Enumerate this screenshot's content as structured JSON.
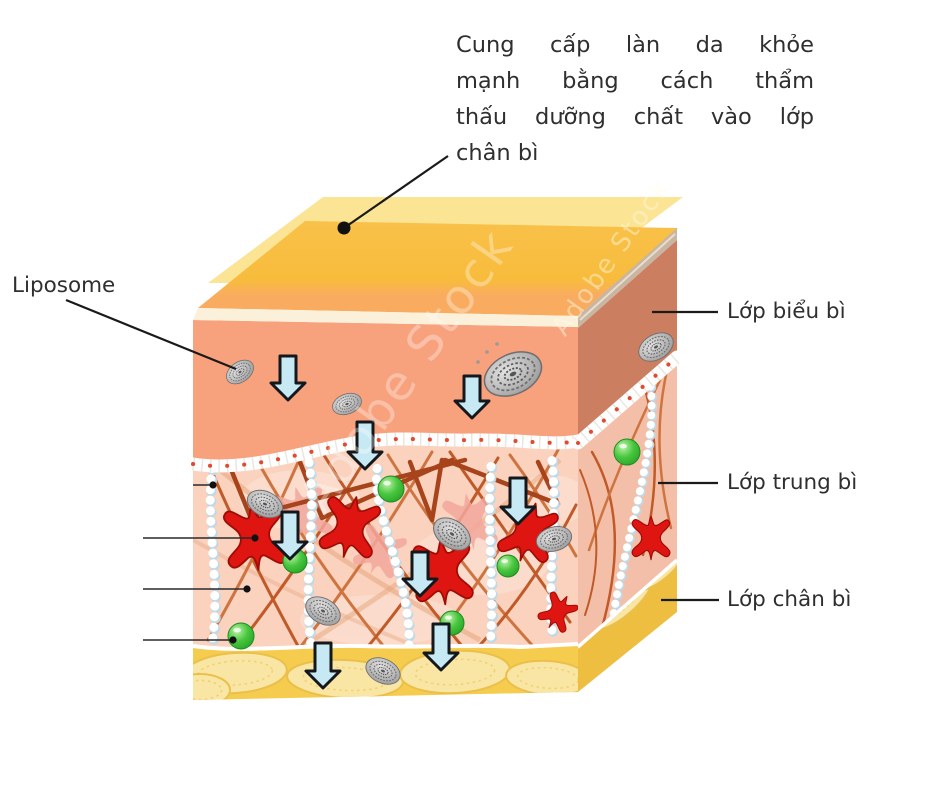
{
  "annotation": {
    "lines": [
      "Cung cấp làn da khỏe",
      "mạnh bằng cách thẩm",
      "thấu dưỡng chất vào lớp",
      "chân bì"
    ]
  },
  "labels": {
    "liposome": "Liposome",
    "epidermis": "Lớp biểu bì",
    "dermis": "Lớp trung bì",
    "hypodermis": "Lớp chân bì"
  },
  "watermark": {
    "text": "Adobe Stock"
  },
  "colors": {
    "text": "#2F2F2F",
    "sheet": "#FBE38D",
    "top_face": "#F8BC3C",
    "top_front": "#F9AC60",
    "cream": "#FBF0DA",
    "epidermis": "#F8A17D",
    "epidermis_side": "#CC7E60",
    "dermis": "#FAD2BE",
    "dermis_side": "#F4BFA8",
    "fat": "#F6CC4F",
    "fat_side": "#EDBE3F",
    "fat_lobule": "#FAE6A4",
    "membrane_dot": "#E2492E",
    "collagen": "#C05A28",
    "collagen_light": "#CE7440",
    "elastin_shadow": "#BFD9E6",
    "red_cell": "#DE1510",
    "pink_cell": "#F2A79C",
    "green": "#3DBA3C",
    "liposome_gray": "#9E9E9E",
    "arrow_fill": "#C7E9F3",
    "arrow_stroke": "#14181C"
  }
}
